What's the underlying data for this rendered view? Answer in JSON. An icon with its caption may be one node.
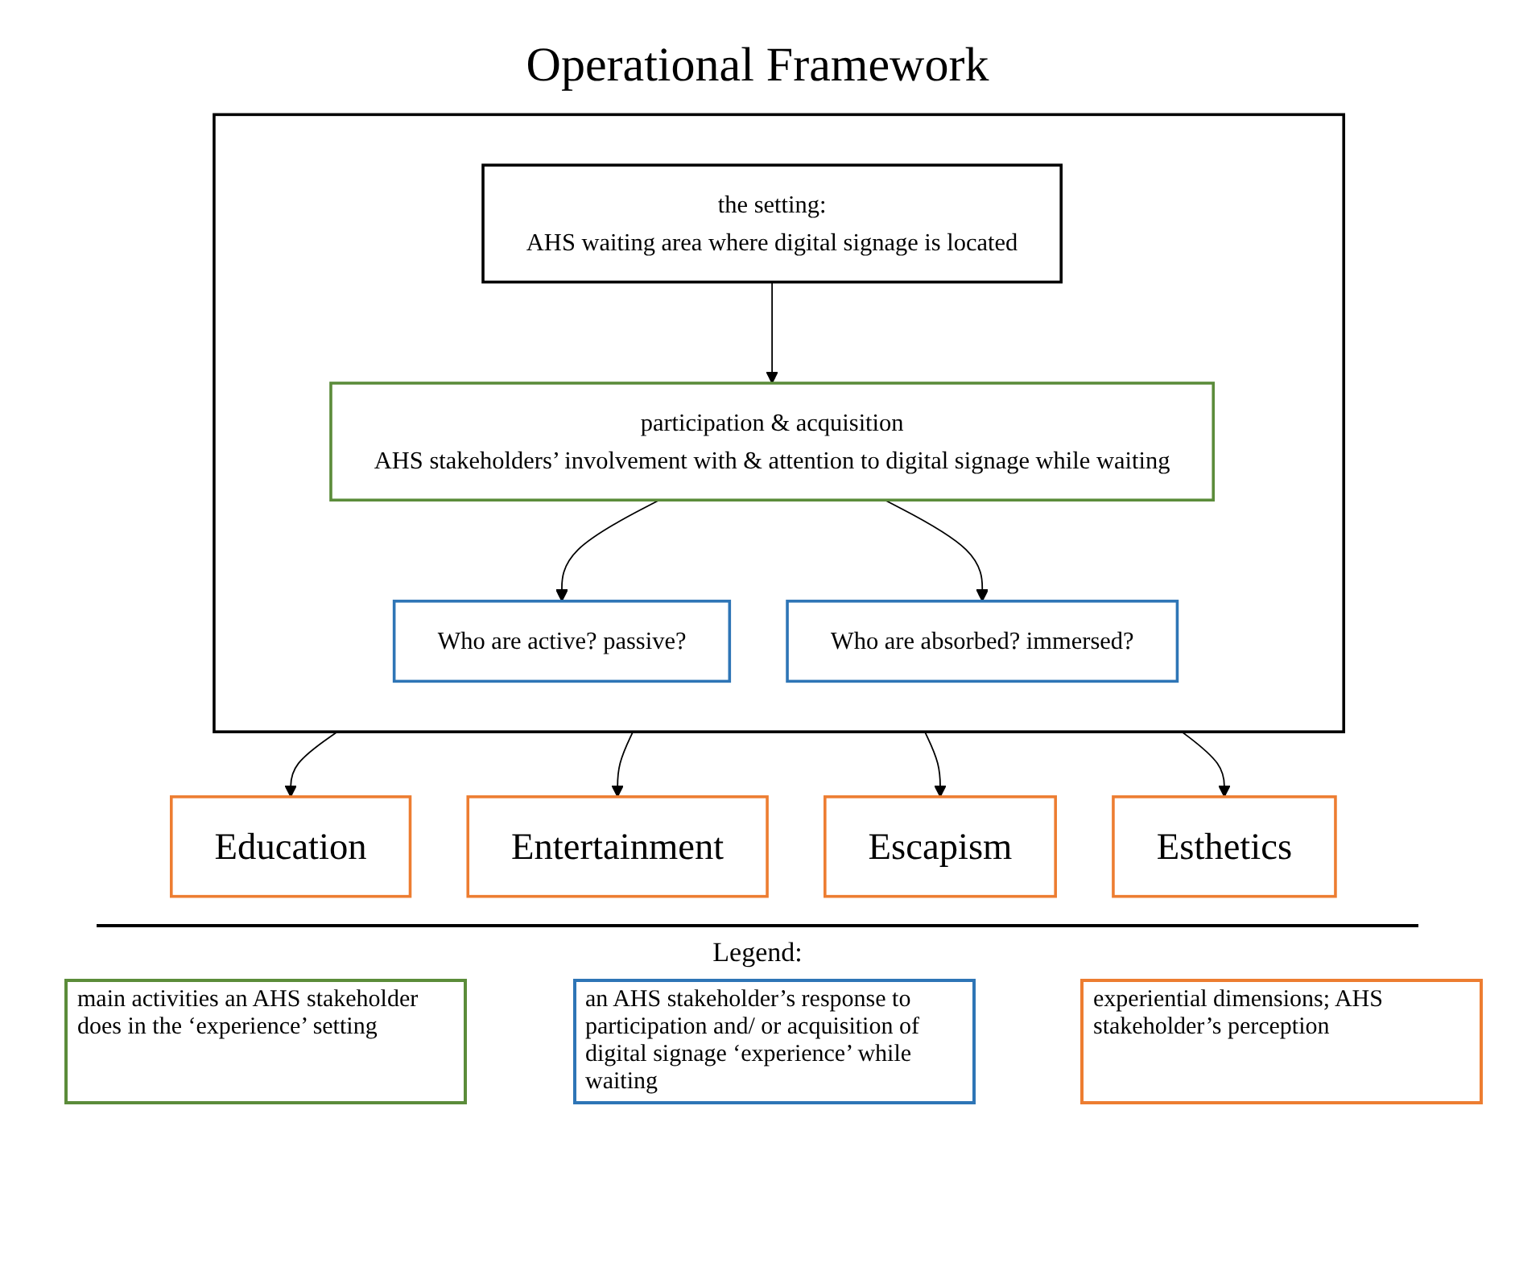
{
  "diagram": {
    "title": "Operational Framework",
    "nodes": [
      {
        "text": [],
        "shape": "box"
      },
      {
        "text": [
          "the setting:",
          "AHS waiting area where digital signage is located"
        ],
        "in": 0
      },
      {
        "text": [
          "participation & acquisition",
          "AHS stakeholders’ involvement with & attention to digital signage while waiting"
        ],
        "in": 0
      },
      {
        "text": [
          "Who are active? passive?"
        ],
        "in": 0
      },
      {
        "text": [
          "Who are absorbed? immersed?"
        ],
        "in": 0
      },
      {
        "text": [
          "Education"
        ]
      },
      {
        "text": [
          "Entertainment"
        ]
      },
      {
        "text": [
          "Escapism"
        ]
      },
      {
        "text": [
          "Esthetics"
        ]
      }
    ],
    "edges": [
      {
        "from": 1,
        "to": 2,
        "arrow": "to"
      },
      {
        "from": 2,
        "to": 3,
        "arrow": "to"
      },
      {
        "from": 2,
        "to": 4,
        "arrow": "to"
      },
      {
        "from": 0,
        "to": 5,
        "arrow": "to"
      },
      {
        "from": 0,
        "to": 6,
        "arrow": "to"
      },
      {
        "from": 0,
        "to": 7,
        "arrow": "to"
      },
      {
        "from": 0,
        "to": 8,
        "arrow": "to"
      }
    ],
    "labels": [
      "Legend:"
    ],
    "legend": [
      {
        "text": "main activities an AHS stakeholder does in the ‘experience’ setting",
        "color": "#5b8c3a"
      },
      {
        "text": "an AHS stakeholder’s response to participation and/ or acquisition of digital signage ‘experience’ while waiting",
        "color": "#2e75b6"
      },
      {
        "text": "experiential dimensions; AHS stakeholder’s perception",
        "color": "#ed7d31"
      }
    ]
  }
}
